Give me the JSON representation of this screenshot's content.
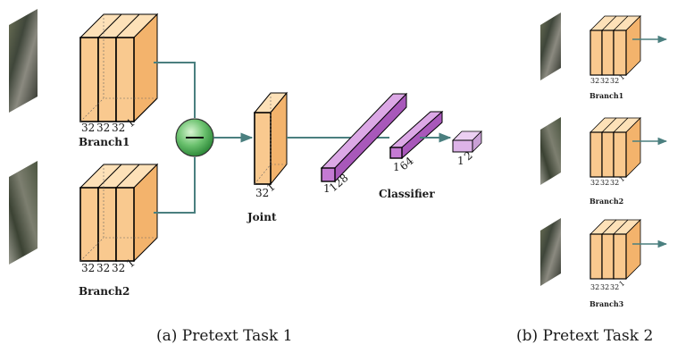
{
  "panel_a": {
    "branch1": {
      "name": "Branch1",
      "dims": [
        "32",
        "32",
        "32",
        "1"
      ]
    },
    "branch2": {
      "name": "Branch2",
      "dims": [
        "32",
        "32",
        "32",
        "1"
      ]
    },
    "joint": {
      "name": "Joint",
      "dims": [
        "32",
        "1"
      ]
    },
    "fc1": {
      "dims": [
        "1",
        "128"
      ]
    },
    "fc2": {
      "dims": [
        "1",
        "64"
      ]
    },
    "fc3": {
      "dims": [
        "1",
        "2"
      ]
    },
    "classifier_label": "Classifier",
    "caption": "(a) Pretext Task 1"
  },
  "panel_b": {
    "branch1": {
      "name": "Branch1",
      "dims": [
        "32",
        "32",
        "32",
        "1"
      ]
    },
    "branch2": {
      "name": "Branch2",
      "dims": [
        "32",
        "32",
        "32",
        "1"
      ]
    },
    "branch3": {
      "name": "Branch3",
      "dims": [
        "32",
        "32",
        "32",
        "1"
      ]
    },
    "caption": "(b) Pretext Task 2"
  },
  "colors": {
    "conv_front": "#f9c98f",
    "conv_side": "#f3b36c",
    "conv_top": "#fde1b8",
    "fc_front": "#c47ad3",
    "fc_side": "#a858ba",
    "fc_top": "#dca8e6",
    "softmax_front": "#ddb3e8",
    "arrow": "#4a7f7f",
    "subtract_node": "#4fae5b"
  }
}
